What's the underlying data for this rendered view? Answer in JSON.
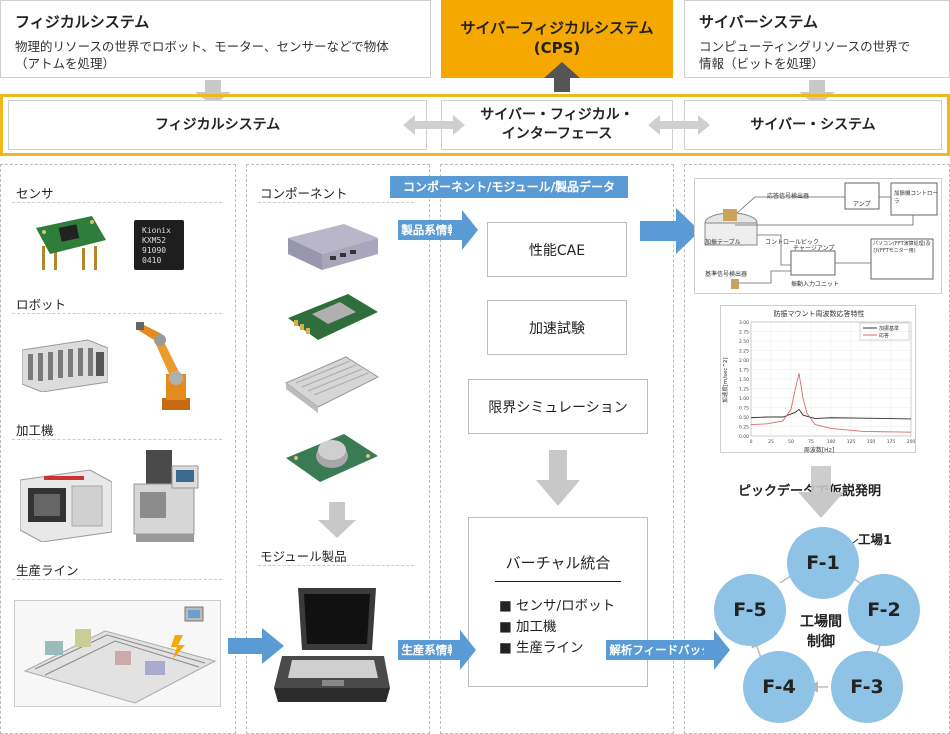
{
  "physical": {
    "title": "フィジカルシステム",
    "desc_line1": "物理的リソースの世界でロボット、モーター、センサーなどで物体",
    "desc_line2": "（アトムを処理）"
  },
  "cps": {
    "line1": "サイバーフィジカルシステム",
    "line2": "(CPS)"
  },
  "cyber": {
    "title": "サイバーシステム",
    "desc_line1": "コンピューティングリソースの世界で",
    "desc_line2": "情報（ビットを処理）"
  },
  "band": {
    "physical_label": "フィジカルシステム",
    "interface_line1": "サイバー・フィジカル・",
    "interface_line2": "インターフェース",
    "cyber_label": "サイバー・システム"
  },
  "left_column": {
    "sensor_label": "センサ",
    "robot_label": "ロボット",
    "machine_label": "加工機",
    "line_label": "生産ライン",
    "chip_text_line1": "Kionix",
    "chip_text_line2": "KXM52",
    "chip_text_line3": "91090",
    "chip_text_line4": "0410"
  },
  "component_column": {
    "component_label": "コンポーネント",
    "module_label": "モジュール製品"
  },
  "flow": {
    "data_bar": "コンポーネント/モジュール/製品データ",
    "product_info": "製品系情報",
    "production_info": "生産系情報",
    "analysis_feedback": "解析フィードバック",
    "box_cae": "性能CAE",
    "box_accel": "加速試験",
    "box_limit": "限界シミュレーション",
    "virtual_title": "バーチャル統合",
    "virtual_items": [
      "■ センサ/ロボット",
      "■ 加工機",
      "■ 生産ライン"
    ]
  },
  "right_column": {
    "graph_title": "防振マウント周波数応答特性",
    "graph_legend": [
      "加振基準",
      "応答"
    ],
    "graph_xlabel": "周波数[Hz]",
    "graph_ylabel": "加速度[m/sec^2]",
    "diagram_labels": [
      "応答信号検出器",
      "アンプ",
      "加振機コントローラ",
      "加振テーブル",
      "コントロールピック",
      "チャージアンプ",
      "パソコン(FFT演算処理)及び(FFTモニター用)",
      "基準信号検出器",
      "振動入力ユニット"
    ],
    "pick_data": "ピックデータで仮説発明",
    "factory1": "工場1",
    "center_line1": "工場間",
    "center_line2": "制御",
    "nodes": [
      "F-1",
      "F-2",
      "F-3",
      "F-4",
      "F-5"
    ]
  },
  "chart_data": {
    "type": "line",
    "title": "防振マウント周波数応答特性",
    "xlabel": "周波数[Hz]",
    "ylabel": "加速度[m/sec^2]",
    "xlim": [
      0,
      200
    ],
    "ylim": [
      0,
      3.0
    ],
    "x_ticks": [
      0,
      25,
      50,
      75,
      100,
      125,
      150,
      175,
      200
    ],
    "y_ticks": [
      0.0,
      0.25,
      0.5,
      0.75,
      1.0,
      1.25,
      1.5,
      1.75,
      2.0,
      2.25,
      2.5,
      2.75,
      3.0
    ],
    "series": [
      {
        "name": "加振基準",
        "color": "#333333",
        "x": [
          0,
          20,
          40,
          55,
          60,
          65,
          80,
          100,
          140,
          200
        ],
        "y": [
          0.48,
          0.5,
          0.5,
          0.62,
          0.7,
          0.55,
          0.46,
          0.48,
          0.47,
          0.45
        ]
      },
      {
        "name": "応答",
        "color": "#d86b6b",
        "x": [
          0,
          20,
          40,
          50,
          55,
          60,
          65,
          70,
          80,
          100,
          140,
          200
        ],
        "y": [
          0.3,
          0.32,
          0.4,
          0.7,
          1.2,
          1.65,
          1.0,
          0.6,
          0.3,
          0.2,
          0.12,
          0.1
        ]
      }
    ]
  },
  "colors": {
    "gold": "#f5a800",
    "band_border": "#f1b81c",
    "flow_blue": "#5a9bd5",
    "node_blue": "#8ec3e6",
    "gray_arrow": "#c8c8c8"
  }
}
